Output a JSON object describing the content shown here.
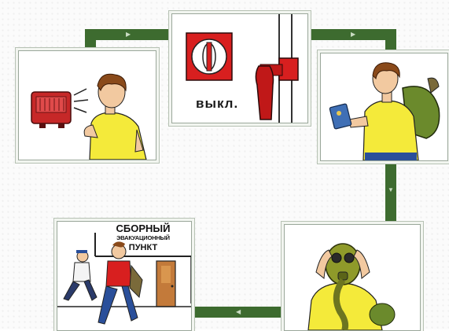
{
  "switch_panel": {
    "label": "выкл."
  },
  "assembly_point": {
    "line1": "СБОРНЫЙ",
    "line2": "ЭВАКУАЦИОННЫЙ",
    "line3": "ПУНКТ"
  },
  "colors": {
    "track": "#3d6b2f",
    "shirt": "#f4ea3a",
    "alarm_red": "#cc1f1f",
    "gas_mask": "#8f9a2a"
  }
}
